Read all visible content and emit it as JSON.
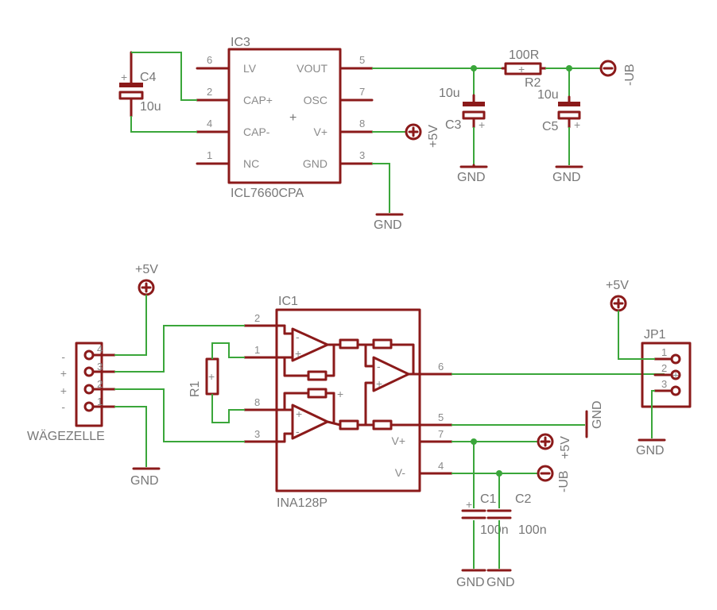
{
  "ic3": {
    "name": "IC3",
    "value": "ICL7660CPA",
    "pins_left": [
      {
        "num": "6",
        "name": "LV"
      },
      {
        "num": "2",
        "name": "CAP+"
      },
      {
        "num": "4",
        "name": "CAP-"
      },
      {
        "num": "1",
        "name": "NC"
      }
    ],
    "pins_right": [
      {
        "num": "5",
        "name": "VOUT"
      },
      {
        "num": "7",
        "name": "OSC"
      },
      {
        "num": "8",
        "name": "V+"
      },
      {
        "num": "3",
        "name": "GND"
      }
    ]
  },
  "ic1": {
    "name": "IC1",
    "value": "INA128P",
    "pins": [
      "2",
      "1",
      "8",
      "3",
      "6",
      "5",
      "7",
      "4"
    ],
    "vplus": "V+",
    "vminus": "V-"
  },
  "parts": {
    "c4": {
      "name": "C4",
      "value": "10u"
    },
    "c3": {
      "name": "C3",
      "value": "10u"
    },
    "c5": {
      "name": "C5",
      "value": "10u"
    },
    "r2": {
      "name": "R2",
      "value": "100R"
    },
    "r1": {
      "name": "R1"
    },
    "c1": {
      "name": "C1",
      "value": "100n"
    },
    "c2": {
      "name": "C2",
      "value": "100n"
    },
    "jp1": {
      "name": "JP1",
      "pins": [
        "1",
        "2",
        "3"
      ]
    },
    "loadcell": {
      "name": "WÄGEZELLE",
      "pins": [
        "4",
        "3",
        "2",
        "1"
      ],
      "signs": [
        "-",
        "+",
        "+",
        "-"
      ]
    }
  },
  "nets": {
    "gnd": "GND",
    "vcc": "+5V",
    "vneg": "-UB"
  }
}
